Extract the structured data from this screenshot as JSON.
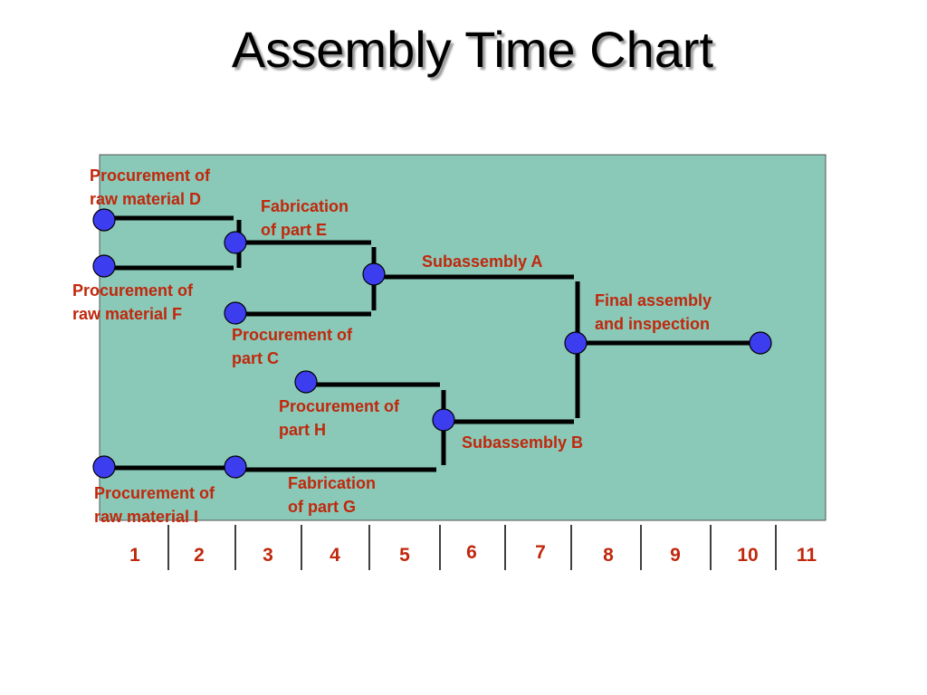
{
  "title": "Assembly Time Chart",
  "colors": {
    "panel": "#8ac8b8",
    "node": "#3d3df0",
    "label": "#c0280c",
    "line": "#000000"
  },
  "labels": {
    "proc_d": [
      "Procurement of",
      "raw  material D"
    ],
    "fab_e": [
      "Fabrication",
      "of part E"
    ],
    "sub_a": [
      "Subassembly A"
    ],
    "proc_f": [
      "Procurement of",
      "raw  material F"
    ],
    "final": [
      "Final assembly",
      "and inspection"
    ],
    "proc_c": [
      "Procurement of",
      "part C"
    ],
    "proc_h": [
      "Procurement of",
      "part H"
    ],
    "sub_b": [
      "Subassembly B"
    ],
    "fab_g": [
      "Fabrication",
      "of part G"
    ],
    "proc_i": [
      "Procurement of",
      "raw  material I"
    ]
  },
  "time_axis": [
    "1",
    "2",
    "3",
    "4",
    "5",
    "6",
    "7",
    "8",
    "9",
    "10",
    "11"
  ]
}
